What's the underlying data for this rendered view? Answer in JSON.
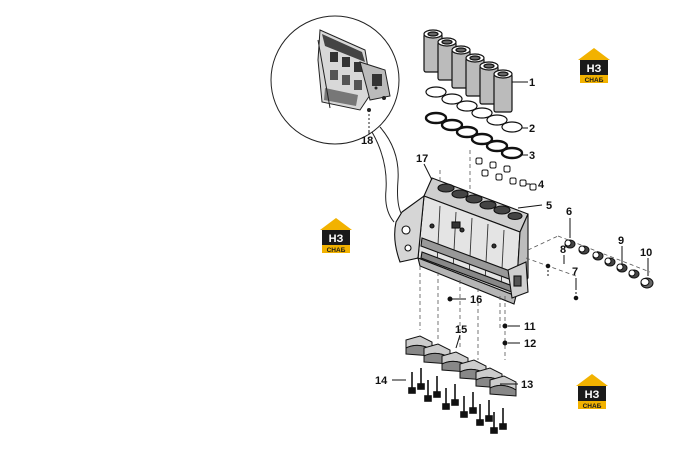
{
  "callouts": [
    "1",
    "2",
    "3",
    "4",
    "5",
    "6",
    "7",
    "8",
    "9",
    "10",
    "11",
    "12",
    "13",
    "14",
    "15",
    "16",
    "17",
    "18"
  ],
  "logo": {
    "mark": "НЗ",
    "word": "СНАБ",
    "accent": "#f2b200",
    "dark": "#1a1a1a"
  },
  "icons": {
    "logo": "company-logo-icon"
  }
}
